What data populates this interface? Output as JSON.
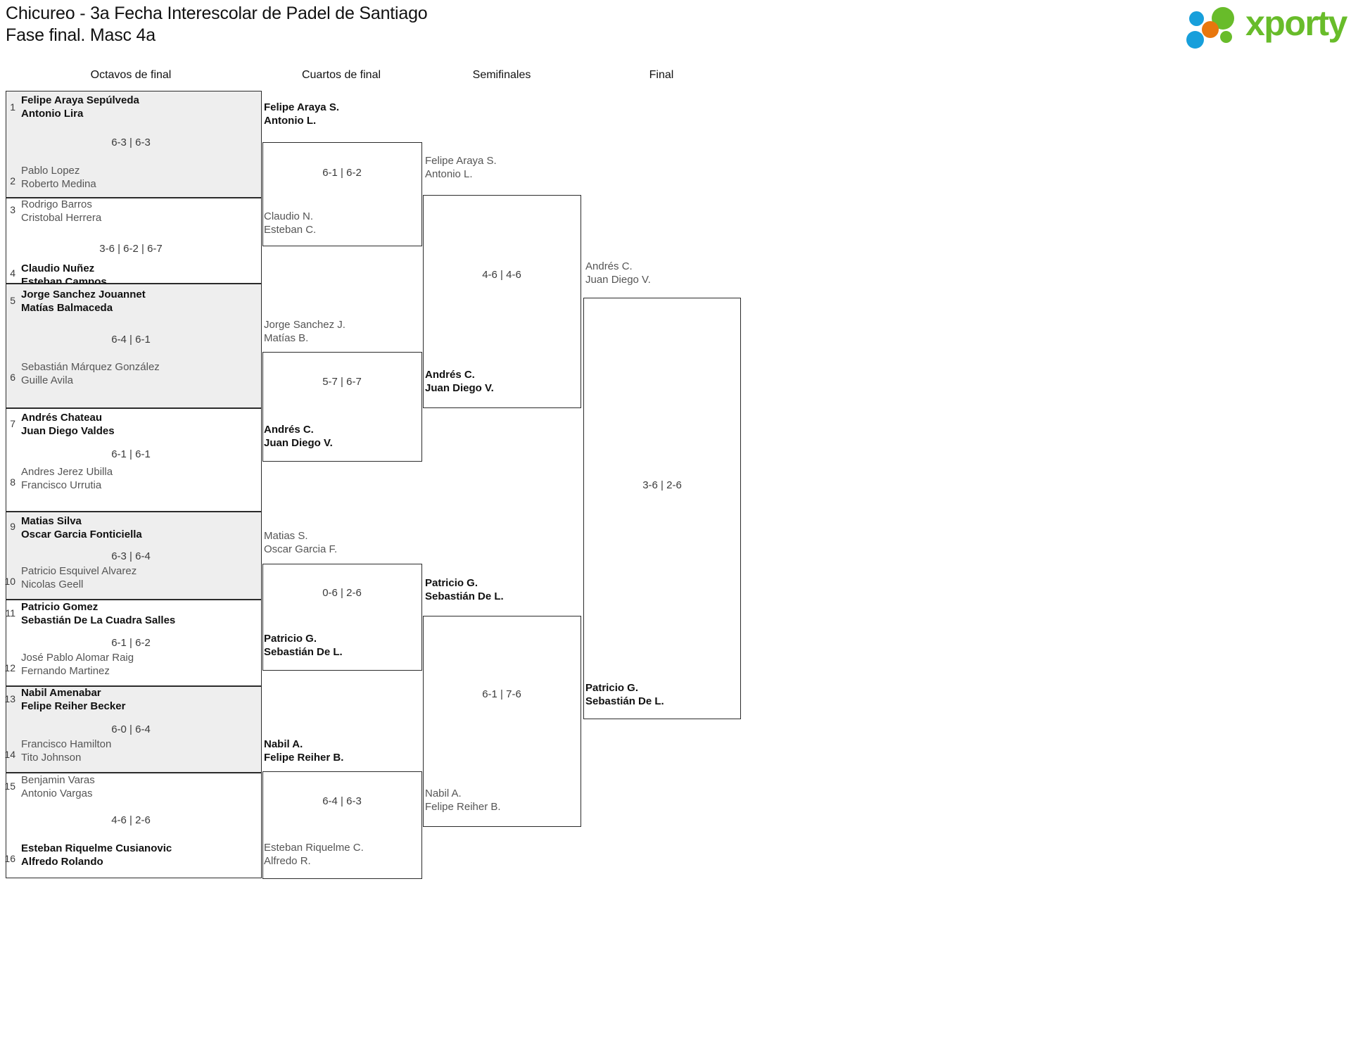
{
  "header": {
    "title": "Chicureo - 3a Fecha Interescolar de Padel de Santiago",
    "subtitle": "Fase final. Masc 4a",
    "logo_text": "xporty",
    "logo_colors": {
      "blue": "#179fdb",
      "orange": "#e8770d",
      "green": "#68bc2a"
    }
  },
  "rounds": [
    {
      "label": "Octavos de final"
    },
    {
      "label": "Cuartos de final"
    },
    {
      "label": "Semifinales"
    },
    {
      "label": "Final"
    }
  ],
  "round16": [
    {
      "seed_top": "1",
      "seed_bottom": "2",
      "top": {
        "p1": "Felipe Araya Sepúlveda",
        "p2": "Antonio Lira",
        "result": "winner"
      },
      "bottom": {
        "p1": "Pablo Lopez",
        "p2": "Roberto Medina",
        "result": "loser"
      },
      "score": "6-3 | 6-3",
      "shaded": true
    },
    {
      "seed_top": "3",
      "seed_bottom": "4",
      "top": {
        "p1": "Rodrigo Barros",
        "p2": "Cristobal Herrera",
        "result": "loser"
      },
      "bottom": {
        "p1": "Claudio Nuñez",
        "p2": "Esteban Campos",
        "result": "winner"
      },
      "score": "3-6 | 6-2 | 6-7",
      "shaded": false
    },
    {
      "seed_top": "5",
      "seed_bottom": "6",
      "top": {
        "p1": "Jorge Sanchez Jouannet",
        "p2": "Matías Balmaceda",
        "result": "winner"
      },
      "bottom": {
        "p1": "Sebastián Márquez González",
        "p2": "Guille Avila",
        "result": "loser"
      },
      "score": "6-4 | 6-1",
      "shaded": true
    },
    {
      "seed_top": "7",
      "seed_bottom": "8",
      "top": {
        "p1": "Andrés Chateau",
        "p2": "Juan Diego Valdes",
        "result": "winner"
      },
      "bottom": {
        "p1": "Andres Jerez Ubilla",
        "p2": "Francisco Urrutia",
        "result": "loser"
      },
      "score": "6-1 | 6-1",
      "shaded": false
    },
    {
      "seed_top": "9",
      "seed_bottom": "10",
      "top": {
        "p1": "Matias Silva",
        "p2": "Oscar Garcia Fonticiella",
        "result": "winner"
      },
      "bottom": {
        "p1": "Patricio Esquivel Alvarez",
        "p2": "Nicolas Geell",
        "result": "loser"
      },
      "score": "6-3 | 6-4",
      "shaded": true
    },
    {
      "seed_top": "11",
      "seed_bottom": "12",
      "top": {
        "p1": "Patricio Gomez",
        "p2": "Sebastián De La Cuadra Salles",
        "result": "winner"
      },
      "bottom": {
        "p1": "José Pablo Alomar Raig",
        "p2": "Fernando Martinez",
        "result": "loser"
      },
      "score": "6-1 | 6-2",
      "shaded": false
    },
    {
      "seed_top": "13",
      "seed_bottom": "14",
      "top": {
        "p1": "Nabil Amenabar",
        "p2": "Felipe Reiher Becker",
        "result": "winner"
      },
      "bottom": {
        "p1": "Francisco Hamilton",
        "p2": "Tito Johnson",
        "result": "loser"
      },
      "score": "6-0 | 6-4",
      "shaded": true
    },
    {
      "seed_top": "15",
      "seed_bottom": "16",
      "top": {
        "p1": "Benjamin Varas",
        "p2": "Antonio Vargas",
        "result": "loser"
      },
      "bottom": {
        "p1": "Esteban Riquelme Cusianovic",
        "p2": "Alfredo Rolando",
        "result": "winner"
      },
      "score": "4-6 | 2-6",
      "shaded": false
    }
  ],
  "quarters": [
    {
      "top": {
        "p1": "Felipe Araya S.",
        "p2": "Antonio L.",
        "result": "winner"
      },
      "bottom": {
        "p1": "Claudio N.",
        "p2": "Esteban C.",
        "result": "loser"
      },
      "score": "6-1 | 6-2"
    },
    {
      "top": {
        "p1": "Jorge Sanchez J.",
        "p2": "Matías B.",
        "result": "loser"
      },
      "bottom": {
        "p1": "Andrés C.",
        "p2": "Juan Diego V.",
        "result": "winner"
      },
      "score": "5-7 | 6-7"
    },
    {
      "top": {
        "p1": "Matias S.",
        "p2": "Oscar Garcia F.",
        "result": "loser"
      },
      "bottom": {
        "p1": "Patricio G.",
        "p2": "Sebastián De L.",
        "result": "winner"
      },
      "score": "0-6 | 2-6"
    },
    {
      "top": {
        "p1": "Nabil A.",
        "p2": "Felipe Reiher B.",
        "result": "winner"
      },
      "bottom": {
        "p1": "Esteban Riquelme C.",
        "p2": "Alfredo R.",
        "result": "loser"
      },
      "score": "6-4 | 6-3"
    }
  ],
  "semis": [
    {
      "top": {
        "p1": "Felipe Araya S.",
        "p2": "Antonio L.",
        "result": "loser"
      },
      "bottom": {
        "p1": "Andrés C.",
        "p2": "Juan Diego V.",
        "result": "winner"
      },
      "score": "4-6 | 4-6"
    },
    {
      "top": {
        "p1": "Patricio G.",
        "p2": "Sebastián De L.",
        "result": "winner"
      },
      "bottom": {
        "p1": "Nabil A.",
        "p2": "Felipe Reiher B.",
        "result": "loser"
      },
      "score": "6-1 | 7-6"
    }
  ],
  "final": {
    "top": {
      "p1": "Andrés C.",
      "p2": "Juan Diego V.",
      "result": "loser"
    },
    "bottom": {
      "p1": "Patricio G.",
      "p2": "Sebastián De L.",
      "result": "winner"
    },
    "score": "3-6 | 2-6"
  }
}
